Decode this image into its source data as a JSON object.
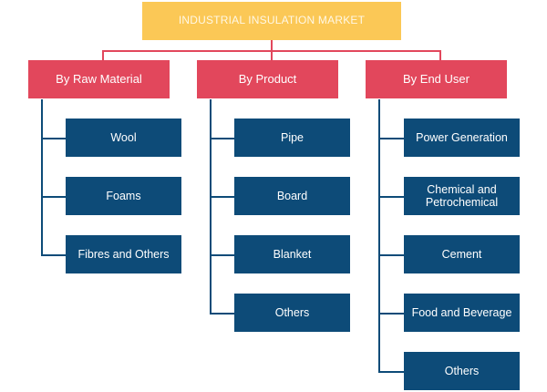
{
  "title": "INDUSTRIAL INSULATION MARKET",
  "colors": {
    "root": "#fbc856",
    "category": "#e2475c",
    "leaf": "#0d4b78",
    "text": "#ffffff"
  },
  "categories": [
    {
      "label": "By Raw Material",
      "items": [
        "Wool",
        "Foams",
        "Fibres and Others"
      ]
    },
    {
      "label": "By Product",
      "items": [
        "Pipe",
        "Board",
        "Blanket",
        "Others"
      ]
    },
    {
      "label": "By End User",
      "items": [
        "Power Generation",
        "Chemical and Petrochemical",
        "Cement",
        "Food and Beverage",
        "Others"
      ]
    }
  ]
}
